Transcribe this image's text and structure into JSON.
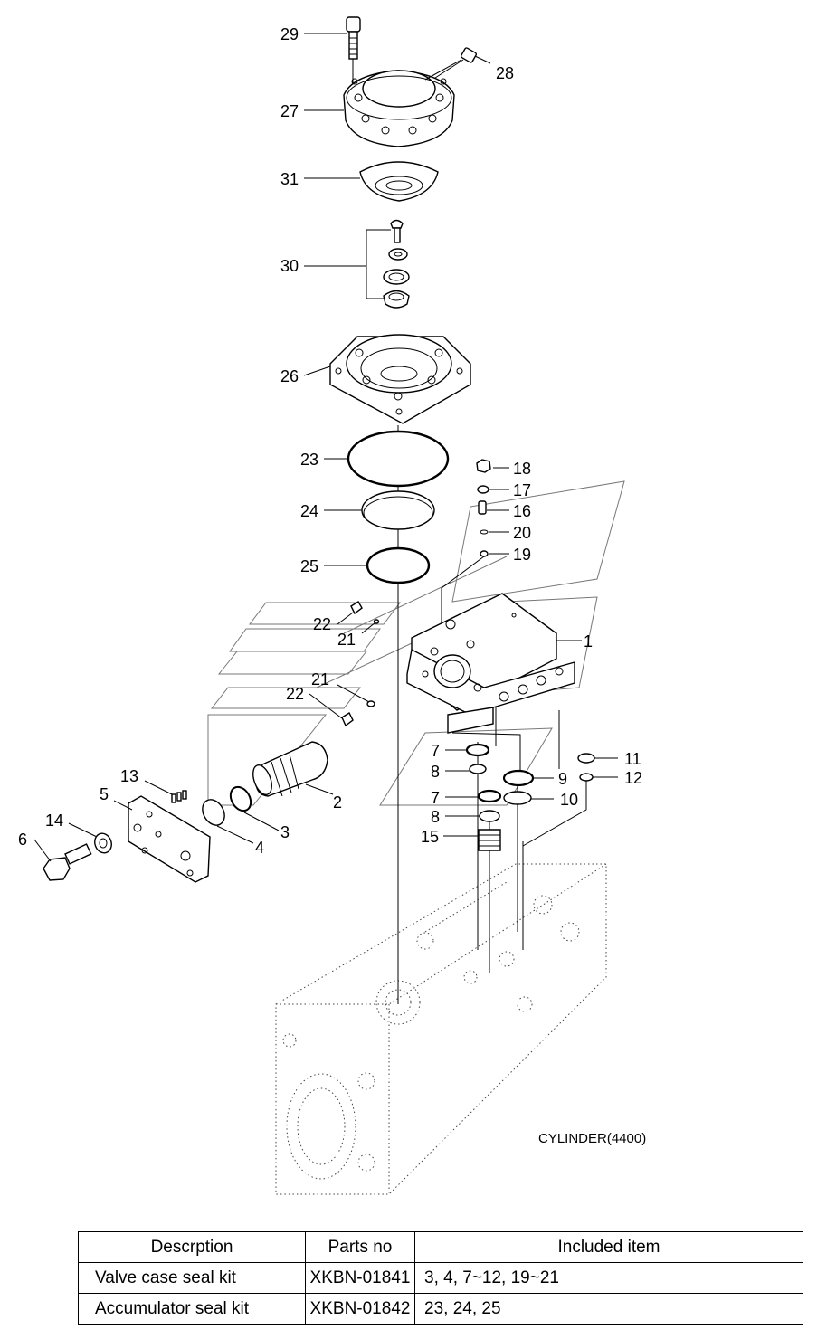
{
  "diagram": {
    "part_labels": [
      "1",
      "2",
      "3",
      "4",
      "5",
      "6",
      "7",
      "8",
      "9",
      "10",
      "11",
      "12",
      "13",
      "14",
      "15",
      "16",
      "17",
      "18",
      "19",
      "20",
      "21",
      "22",
      "23",
      "24",
      "25",
      "26",
      "27",
      "28",
      "29",
      "30",
      "31"
    ],
    "repeat_labels": {
      "r7": "7",
      "r8": "8",
      "r21": "21",
      "r22": "22"
    },
    "cylinder_caption": "CYLINDER(4400)"
  },
  "kit_table": {
    "headers": [
      "Descrption",
      "Parts no",
      "Included item"
    ],
    "rows": [
      {
        "description": "Valve case seal kit",
        "parts_no": "XKBN-01841",
        "items": "3, 4, 7~12, 19~21"
      },
      {
        "description": "Accumulator seal kit",
        "parts_no": "XKBN-01842",
        "items": "23, 24, 25"
      }
    ]
  }
}
